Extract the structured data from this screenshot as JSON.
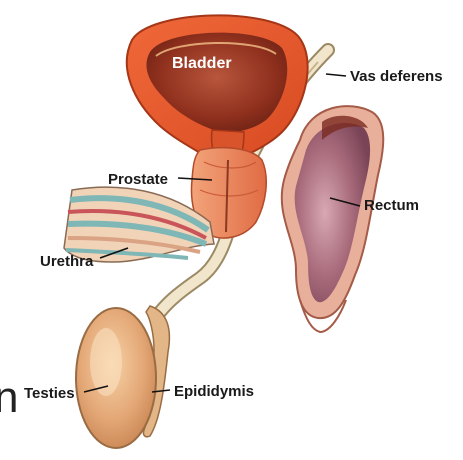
{
  "labels": {
    "bladder": "Bladder",
    "vas_deferens": "Vas deferens",
    "prostate": "Prostate",
    "rectum": "Rectum",
    "urethra": "Urethra",
    "testies": "Testies",
    "epididymis": "Epididymis",
    "edge_glyph": "n"
  },
  "colors": {
    "bladder_outer": "#e2582c",
    "bladder_inner": "#8f2e1c",
    "prostate": "#e98a63",
    "urethra_band_a": "#7fb6b6",
    "urethra_band_b": "#c9555a",
    "rectum": "#b77a88",
    "testis": "#e7b07c",
    "vas": "#efe4c9"
  }
}
